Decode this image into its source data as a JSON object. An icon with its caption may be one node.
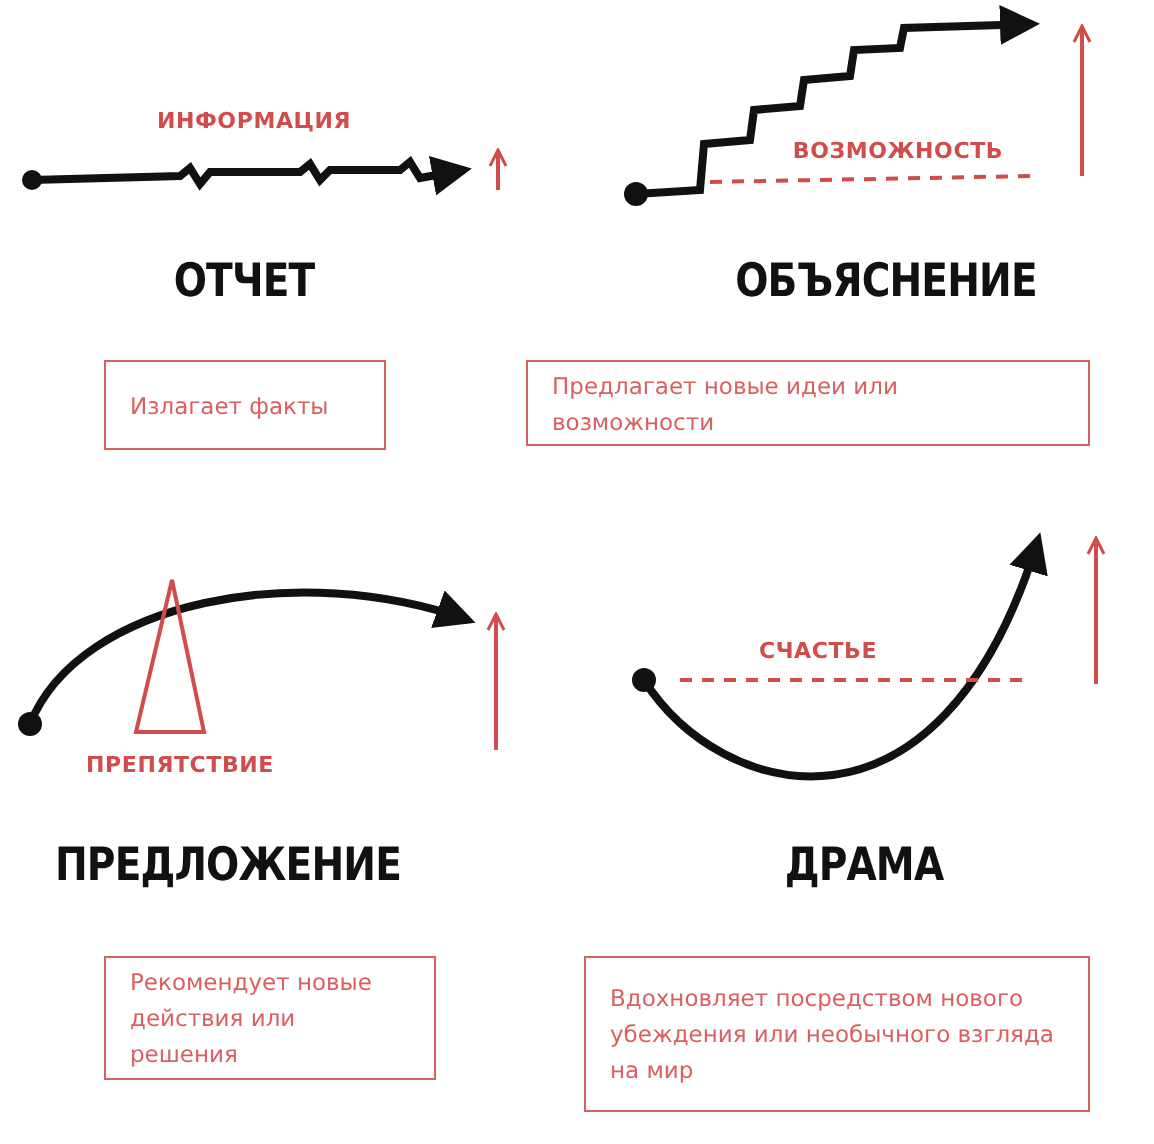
{
  "diagram": {
    "nodes": [
      {
        "text": [
          "Излагает факты"
        ]
      },
      {
        "text": [
          "Предлагает новые идеи или возможности"
        ]
      },
      {
        "text": [
          "Рекомендует новые действия или решения"
        ]
      },
      {
        "text": [
          "Вдохновляет посредством нового убеждения или необычного взгляда на мир"
        ]
      }
    ],
    "edges": [],
    "labels": [
      "ИНФОРМАЦИЯ",
      "ОТЧЕТ",
      "ВОЗМОЖНОСТЬ",
      "ОБЪЯСНЕНИЕ",
      "ПРЕПЯТСТВИЕ",
      "ПРЕДЛОЖЕНИЕ",
      "СЧАСТЬЕ",
      "ДРАМА"
    ]
  }
}
